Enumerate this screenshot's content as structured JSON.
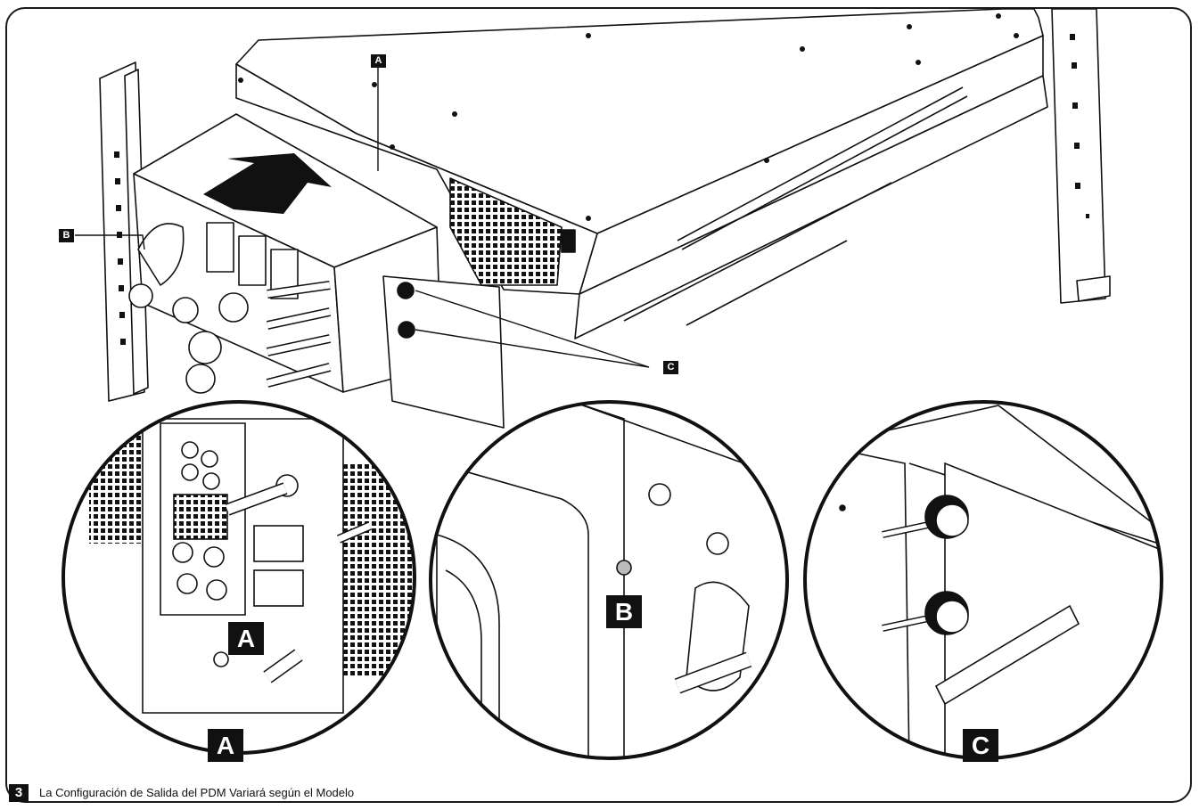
{
  "callouts": {
    "main_a": "A",
    "main_b": "B",
    "main_c": "C",
    "detail_a_inner": "A",
    "detail_a": "A",
    "detail_b": "B",
    "detail_c": "C"
  },
  "figure": {
    "number": "3",
    "caption": "La Configuración de Salida del PDM Variará según el Modelo"
  }
}
